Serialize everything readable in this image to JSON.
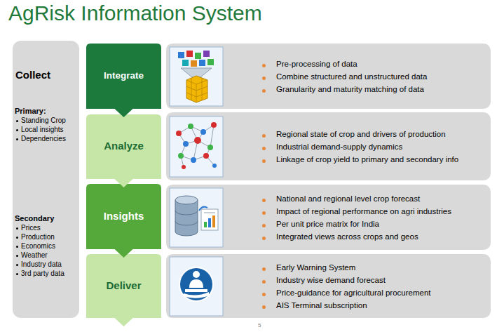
{
  "diagram": {
    "title": "AgRisk Information System",
    "nodes": [
      {
        "text": [
          "Collect",
          "Primary:",
          "Standing Crop",
          "Local insights",
          "Dependencies",
          "Secondary",
          "Prices",
          "Production",
          "Economics",
          "Weather",
          "Industry data",
          "3rd party data"
        ]
      },
      {
        "text": [
          "Integrate"
        ]
      },
      {
        "text": [
          "Pre-processing of data",
          "Combine structured and unstructured data",
          "Granularity and maturity matching of data"
        ]
      },
      {
        "text": [
          "Analyze"
        ]
      },
      {
        "text": [
          "Regional state of crop and drivers of production",
          "Industrial demand-supply dynamics",
          "Linkage of crop yield to primary and secondary info"
        ]
      },
      {
        "text": [
          "Insights"
        ]
      },
      {
        "text": [
          "National and regional level crop forecast",
          "Impact of regional performance on agri industries",
          "Per unit price matrix for India",
          "Integrated views across crops and geos"
        ]
      },
      {
        "text": [
          "Deliver"
        ]
      },
      {
        "text": [
          "Early Warning System",
          "Industry wise demand forecast",
          "Price-guidance for agricultural procurement",
          "AIS Terminal subscription"
        ]
      }
    ],
    "labels": [
      "5"
    ]
  }
}
